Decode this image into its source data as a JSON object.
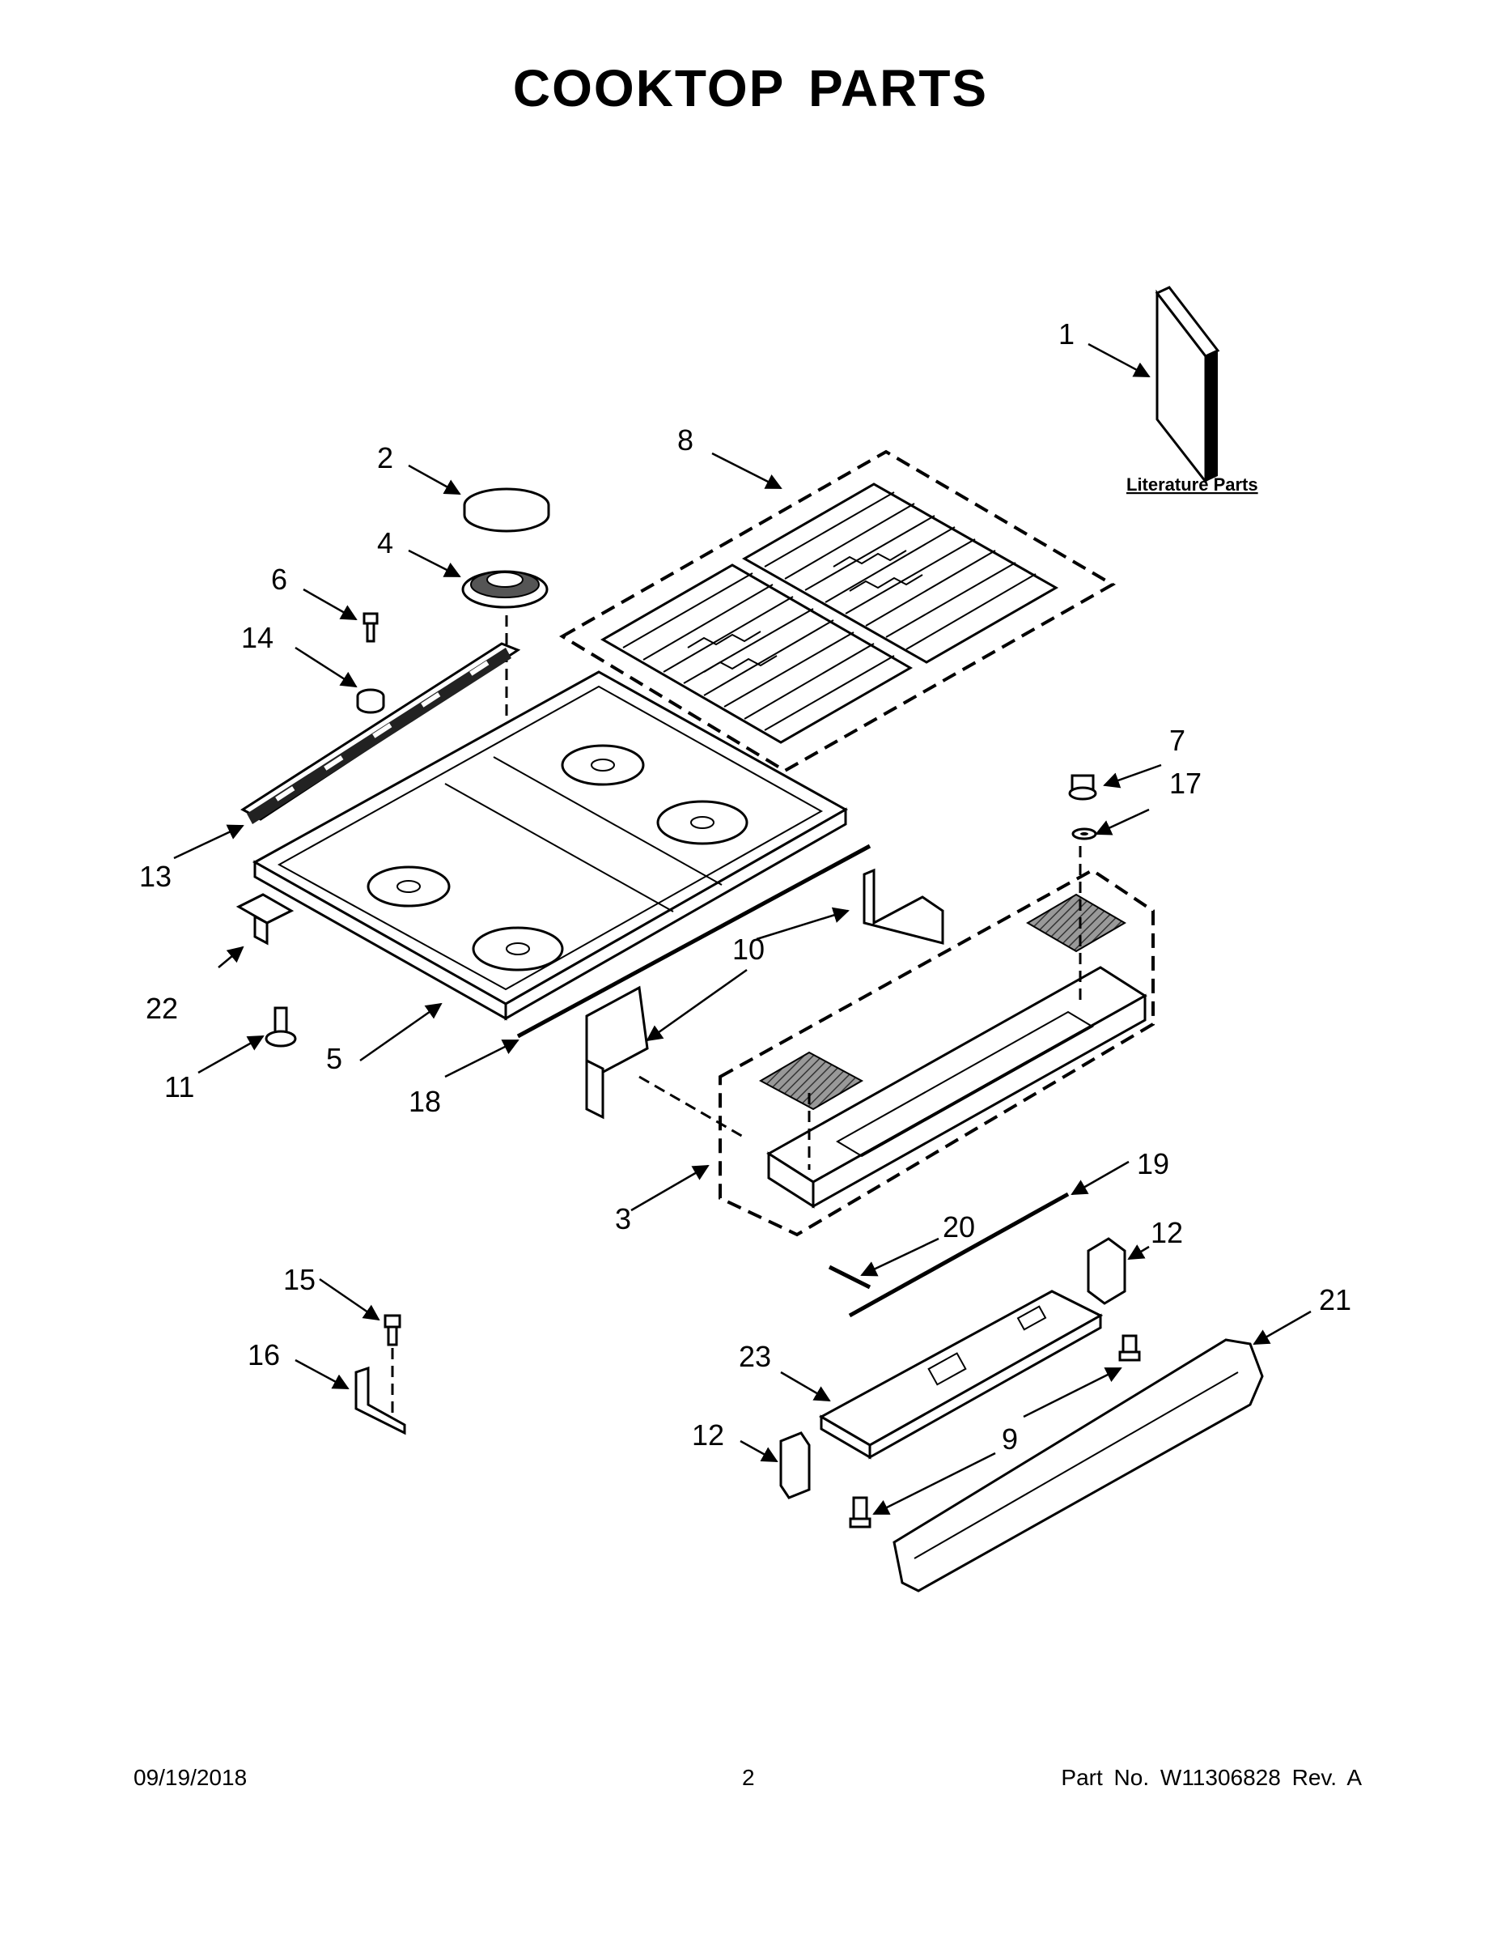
{
  "page": {
    "title": "COOKTOP PARTS",
    "footer": {
      "date": "09/19/2018",
      "page_number": "2",
      "part_number": "Part No.  W11306828  Rev.  A"
    }
  },
  "literature": {
    "label": "Literature Parts"
  },
  "callouts": [
    "1",
    "2",
    "3",
    "4",
    "5",
    "6",
    "7",
    "8",
    "9",
    "10",
    "11",
    "12",
    "12",
    "13",
    "14",
    "15",
    "16",
    "17",
    "18",
    "19",
    "20",
    "21",
    "22",
    "23"
  ]
}
